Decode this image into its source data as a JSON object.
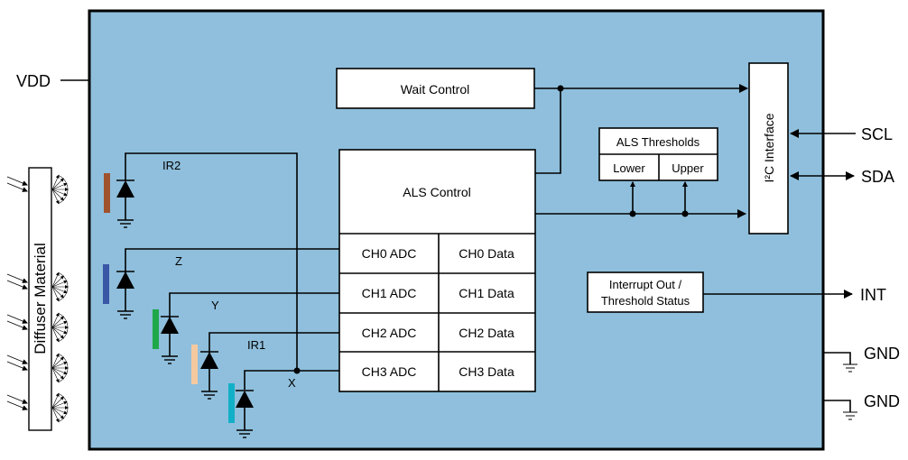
{
  "diagram": {
    "chip_fill": "#8fbfdc",
    "pins": {
      "vdd": "VDD",
      "scl": "SCL",
      "sda": "SDA",
      "int": "INT",
      "gnd1": "GND",
      "gnd2": "GND"
    },
    "diffuser_label": "Diffuser Material",
    "blocks": {
      "wait_control": "Wait Control",
      "als_control": "ALS Control",
      "als_thresholds": "ALS Thresholds",
      "lower": "Lower",
      "upper": "Upper",
      "i2c_interface": "I²C Interface",
      "interrupt_line1": "Interrupt Out /",
      "interrupt_line2": "Threshold Status"
    },
    "channels": [
      {
        "adc": "CH0 ADC",
        "data": "CH0 Data"
      },
      {
        "adc": "CH1 ADC",
        "data": "CH1 Data"
      },
      {
        "adc": "CH2 ADC",
        "data": "CH2 Data"
      },
      {
        "adc": "CH3 ADC",
        "data": "CH3 Data"
      }
    ],
    "photodiodes": [
      {
        "label": "IR2",
        "filter_color": "#a0522d"
      },
      {
        "label": "Z",
        "filter_color": "#3a56a6"
      },
      {
        "label": "Y",
        "filter_color": "#1fa84a"
      },
      {
        "label": "IR1",
        "filter_color": "#f5c9a0"
      },
      {
        "label": "X",
        "filter_color": "#12b0c8"
      }
    ]
  }
}
